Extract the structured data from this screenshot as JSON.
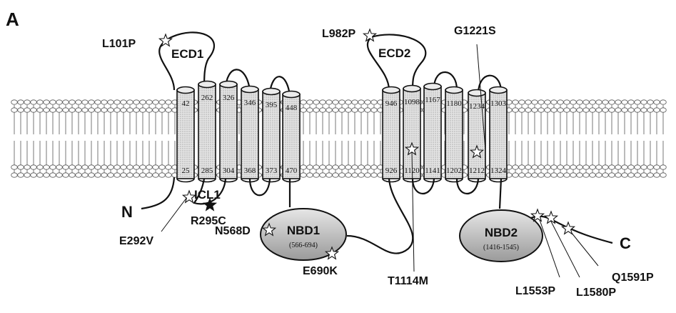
{
  "panel_label": "A",
  "terminals": {
    "n": "N",
    "c": "C"
  },
  "domains": {
    "ecd1": "ECD1",
    "ecd2": "ECD2",
    "icl1": "ICL1",
    "nbd1": {
      "label": "NBD1",
      "range": "(566-694)"
    },
    "nbd2": {
      "label": "NBD2",
      "range": "(1416-1545)"
    }
  },
  "tm_helices": [
    {
      "top": "42",
      "bottom": "25"
    },
    {
      "top": "262",
      "bottom": "285"
    },
    {
      "top": "326",
      "bottom": "304"
    },
    {
      "top": "346",
      "bottom": "368"
    },
    {
      "top": "395",
      "bottom": "373"
    },
    {
      "top": "448",
      "bottom": "470"
    },
    {
      "top": "946",
      "bottom": "926"
    },
    {
      "top": "1098",
      "bottom": "1120"
    },
    {
      "top": "1167",
      "bottom": "1141"
    },
    {
      "top": "1180",
      "bottom": "1202"
    },
    {
      "top": "1234",
      "bottom": "1212"
    },
    {
      "top": "1303",
      "bottom": "1324"
    }
  ],
  "mutations": {
    "l101p": "L101P",
    "l982p": "L982P",
    "g1221s": "G1221S",
    "e292v": "E292V",
    "r295c": "R295C",
    "n568d": "N568D",
    "e690k": "E690K",
    "t1114m": "T1114M",
    "l1553p": "L1553P",
    "l1580p": "L1580P",
    "q1591p": "Q1591P"
  },
  "colors": {
    "helix_fill": "#c4c4c4",
    "domain_fill": "#bdbdbd",
    "line": "#111111",
    "background": "#ffffff"
  }
}
